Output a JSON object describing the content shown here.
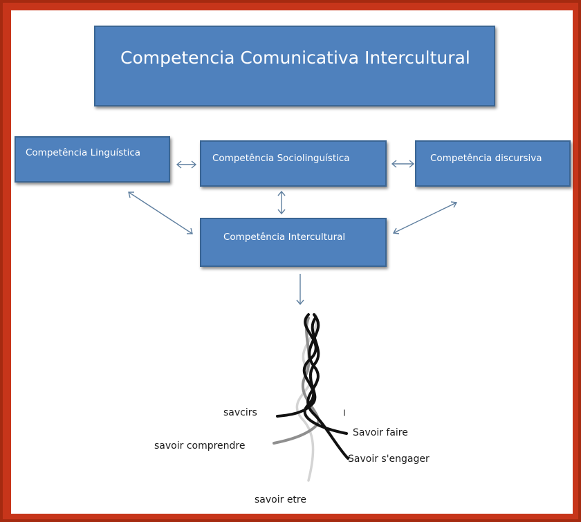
{
  "diagram": {
    "title": "Competencia  Comunicativa  Intercultural",
    "boxes": {
      "linguistica": "Competência Linguística",
      "sociolinguistica": "Competência Sociolinguística",
      "discursiva": "Competência discursiva",
      "intercultural": "Competência Intercultural"
    },
    "strands": {
      "savoirs": "savcirs",
      "savoir_faire": "Savoir faire",
      "savoir_comprendre": "savoir comprendre",
      "savoir_engager": "Savoir s'engager",
      "savoir_etre": "savoir etre"
    },
    "colors": {
      "box_fill": "#4f81bd",
      "box_border": "#3a6593",
      "arrow": "#5f7f9f",
      "frame": "#c7351a"
    }
  }
}
